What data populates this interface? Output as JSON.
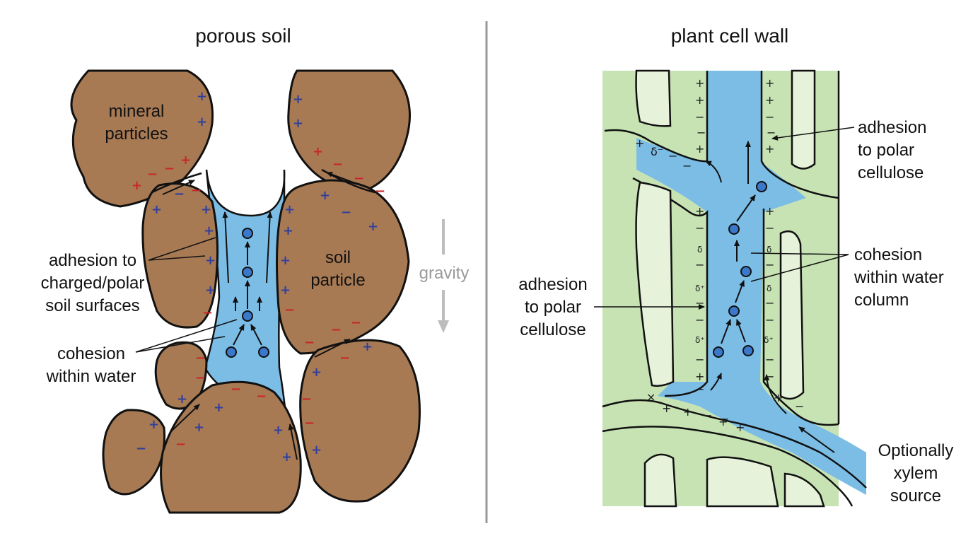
{
  "left_panel": {
    "title": "porous soil",
    "labels": {
      "mineral_line1": "mineral",
      "mineral_line2": "particles",
      "soil_line1": "soil",
      "soil_line2": "particle",
      "adhesion_line1": "adhesion to",
      "adhesion_line2": "charged/polar",
      "adhesion_line3": "soil surfaces",
      "cohesion_line1": "cohesion",
      "cohesion_line2": "within water",
      "gravity": "gravity"
    }
  },
  "right_panel": {
    "title": "plant cell wall",
    "labels": {
      "adh_top_line1": "adhesion",
      "adh_top_line2": "to polar",
      "adh_top_line3": "cellulose",
      "coh_line1": "cohesion",
      "coh_line2": "within water",
      "coh_line3": "column",
      "adh_left_line1": "adhesion",
      "adh_left_line2": "to polar",
      "adh_left_line3": "cellulose",
      "src_line1": "Optionally",
      "src_line2": "xylem",
      "src_line3": "source"
    }
  },
  "signs": {
    "plus": "+",
    "minus": "−",
    "delta": "δ",
    "delta_minus": "δ⁻",
    "delta_plus": "δ⁺",
    "cross": "×"
  },
  "colors": {
    "soil": "#a87a54",
    "water": "#7cbde6",
    "cellulose": "#c7e3b4",
    "lumen": "#e6f2da",
    "positive": "#2f3f9e",
    "negative": "#c8262a",
    "divider": "#9a9a9a"
  }
}
